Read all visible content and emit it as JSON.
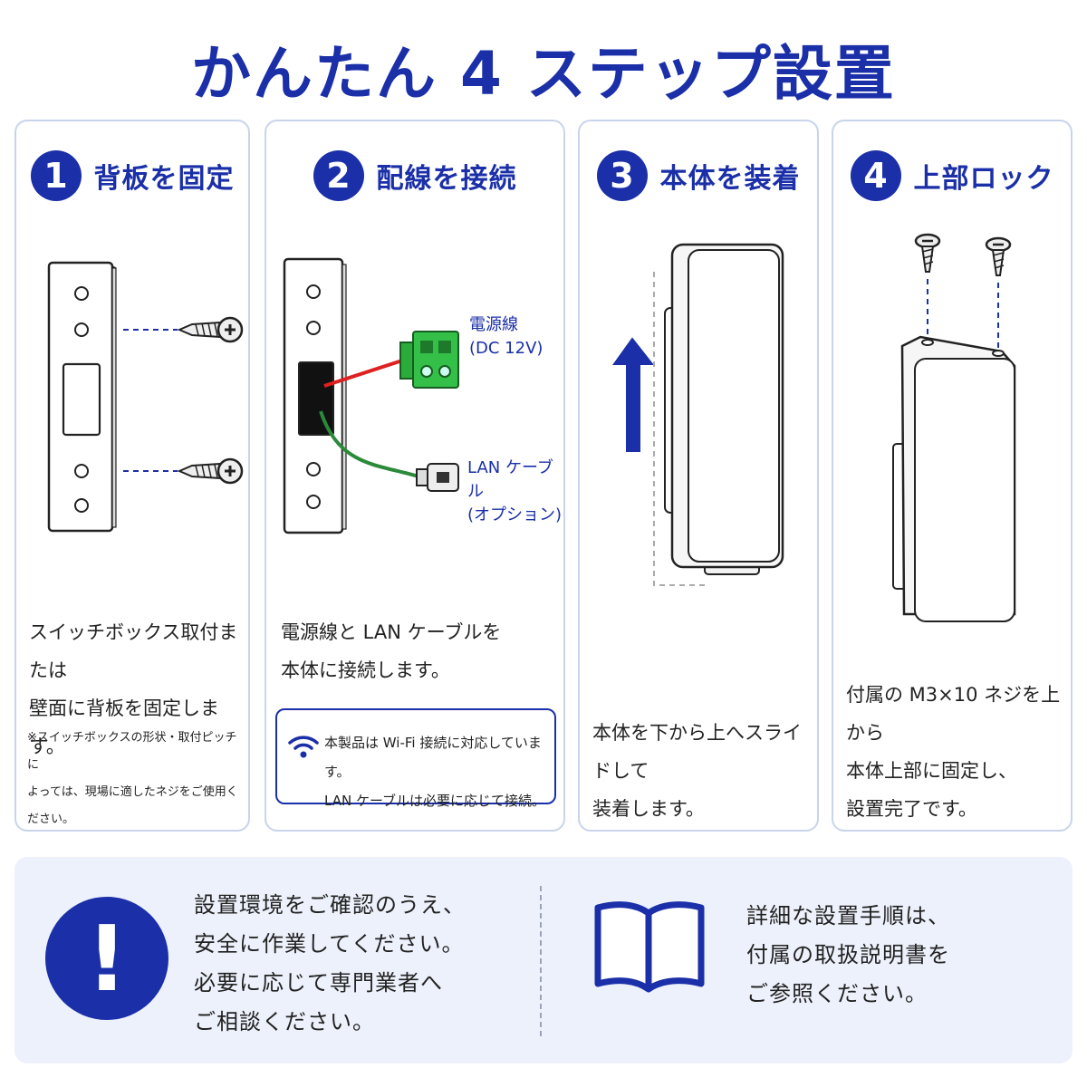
{
  "title": "かんたん 4 ステップ設置",
  "colors": {
    "primary": "#1a2fa8",
    "card_border": "#c9d4ec",
    "bottom_bg": "#edf1fb",
    "power_wire": "#e02020",
    "lan_wire": "#2a8a3a"
  },
  "steps": [
    {
      "number": "1",
      "title": "背板を固定",
      "desc": [
        "スイッチボックス取付または",
        "壁面に背板を固定します。"
      ],
      "note": [
        "※スイッチボックスの形状・取付ピッチに",
        "よっては、現場に適したネジをご使用ください。"
      ],
      "icons": [
        "back-plate",
        "screw-icon",
        "screw-icon"
      ]
    },
    {
      "number": "2",
      "title": "配線を接続",
      "power_label": [
        "電源線",
        "(DC 12V)"
      ],
      "lan_label": [
        "LAN ケーブル",
        "(オプション)"
      ],
      "desc": [
        "電源線と LAN ケーブルを",
        "本体に接続します。"
      ],
      "wifi_note": [
        "本製品は Wi-Fi 接続に対応しています。",
        "LAN ケーブルは必要に応じて接続。"
      ],
      "icons": [
        "back-plate",
        "power-connector-icon",
        "lan-connector-icon",
        "wifi-icon"
      ]
    },
    {
      "number": "3",
      "title": "本体を装着",
      "desc": [
        "本体を下から上へスライドして",
        "装着します。"
      ],
      "icons": [
        "arrow-up-icon",
        "device-body"
      ]
    },
    {
      "number": "4",
      "title": "上部ロック",
      "desc": [
        "付属の M3×10 ネジを上から",
        "本体上部に固定し、",
        "設置完了です。"
      ],
      "icons": [
        "screw-icon",
        "screw-icon",
        "device-body"
      ]
    }
  ],
  "bottom": {
    "caution": [
      "設置環境をご確認のうえ、",
      "安全に作業してください。",
      "必要に応じて専門業者へ",
      "ご相談ください。"
    ],
    "manual": [
      "詳細な設置手順は、",
      "付属の取扱説明書を",
      "ご参照ください。"
    ],
    "icons": [
      "exclamation-icon",
      "book-icon"
    ]
  },
  "exclamation": "!"
}
